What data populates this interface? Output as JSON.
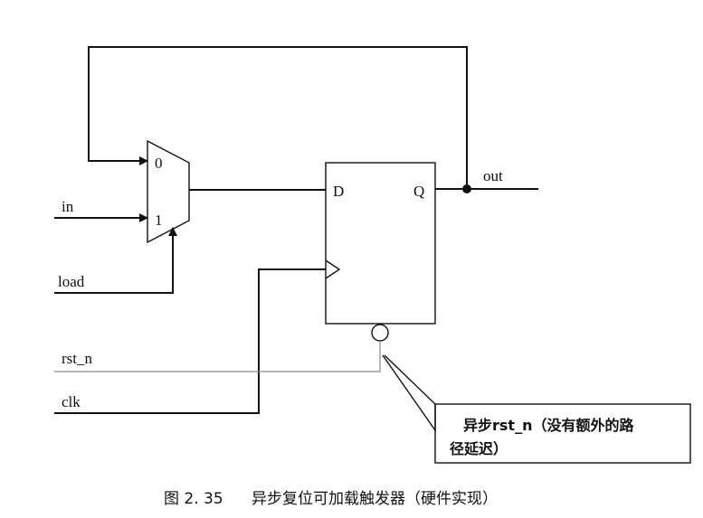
{
  "mux": {
    "input0": "0",
    "input1": "1"
  },
  "ff": {
    "d": "D",
    "q": "Q"
  },
  "signals": {
    "in": "in",
    "load": "load",
    "rst_n": "rst_n",
    "clk": "clk",
    "out": "out"
  },
  "callout": {
    "line1": "异步rst_n（没有额外的路",
    "line2": "径延迟）"
  },
  "caption": {
    "number": "图 2. 35",
    "title": "异步复位可加载触发器（硬件实现）"
  }
}
